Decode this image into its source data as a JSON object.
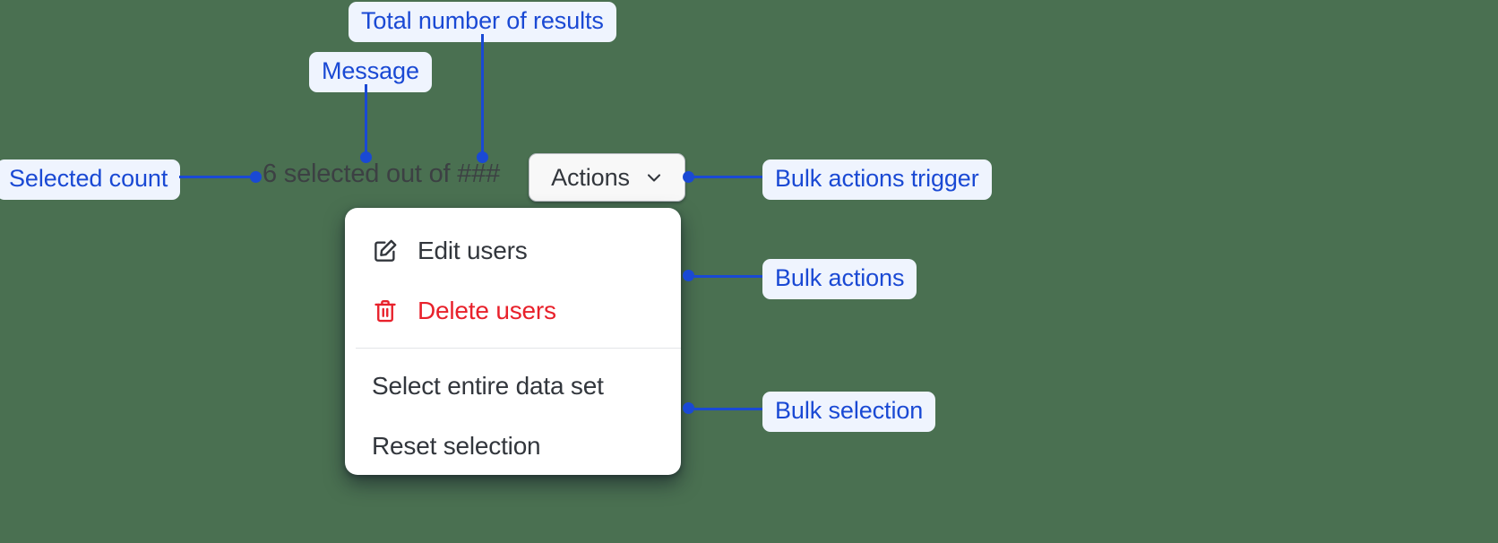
{
  "theme": {
    "canvas_background": "#4a7051",
    "annotation_text": "#1a49d4",
    "annotation_pill_background": "#eff4fe",
    "message_text": "#3c4043",
    "danger": "#e8212b",
    "menu_background": "#ffffff",
    "button_background": "#f8f8f8"
  },
  "annotations": [
    {
      "id": "selected-count",
      "label": "Selected count"
    },
    {
      "id": "message",
      "label": "Message"
    },
    {
      "id": "total-results",
      "label": "Total number of results"
    },
    {
      "id": "bulk-actions-trigger",
      "label": "Bulk actions trigger"
    },
    {
      "id": "bulk-actions",
      "label": "Bulk actions"
    },
    {
      "id": "bulk-selection",
      "label": "Bulk selection"
    }
  ],
  "bulk_actions_bar": {
    "selection_message": "6 selected out of ###",
    "selected_count": "6",
    "total_results_placeholder": "###",
    "trigger": {
      "label": "Actions",
      "icon": "chevron-down-icon"
    }
  },
  "dropdown_menu": {
    "groups": [
      {
        "name": "bulk-actions",
        "items": [
          {
            "label": "Edit users",
            "icon": "edit-pencil-icon",
            "variant": "default"
          },
          {
            "label": "Delete users",
            "icon": "trash-icon",
            "variant": "danger"
          }
        ]
      },
      {
        "name": "bulk-selection",
        "items": [
          {
            "label": "Select entire data set",
            "icon": null,
            "variant": "default"
          },
          {
            "label": "Reset selection",
            "icon": null,
            "variant": "default"
          }
        ]
      }
    ]
  }
}
